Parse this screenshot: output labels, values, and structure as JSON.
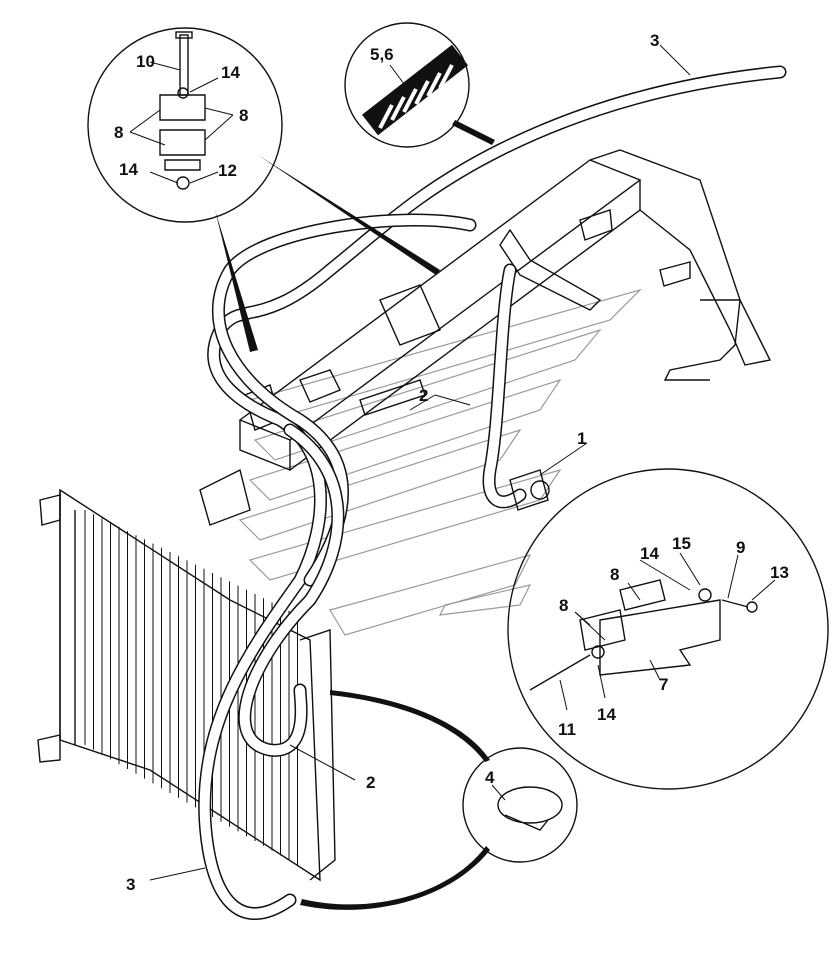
{
  "callouts": {
    "c1": "1",
    "c2_top": "2",
    "c2_bottom": "2",
    "c3_top": "3",
    "c3_bottom": "3",
    "c4": "4",
    "c56": "5,6",
    "c7": "7",
    "c8_topleft_a": "8",
    "c8_topleft_b": "8",
    "c8_right_a": "8",
    "c8_right_b": "8",
    "c9": "9",
    "c10": "10",
    "c11": "11",
    "c12": "12",
    "c13": "13",
    "c14_topleft_a": "14",
    "c14_topleft_b": "14",
    "c14_right_a": "14",
    "c14_right_b": "14",
    "c15": "15"
  }
}
